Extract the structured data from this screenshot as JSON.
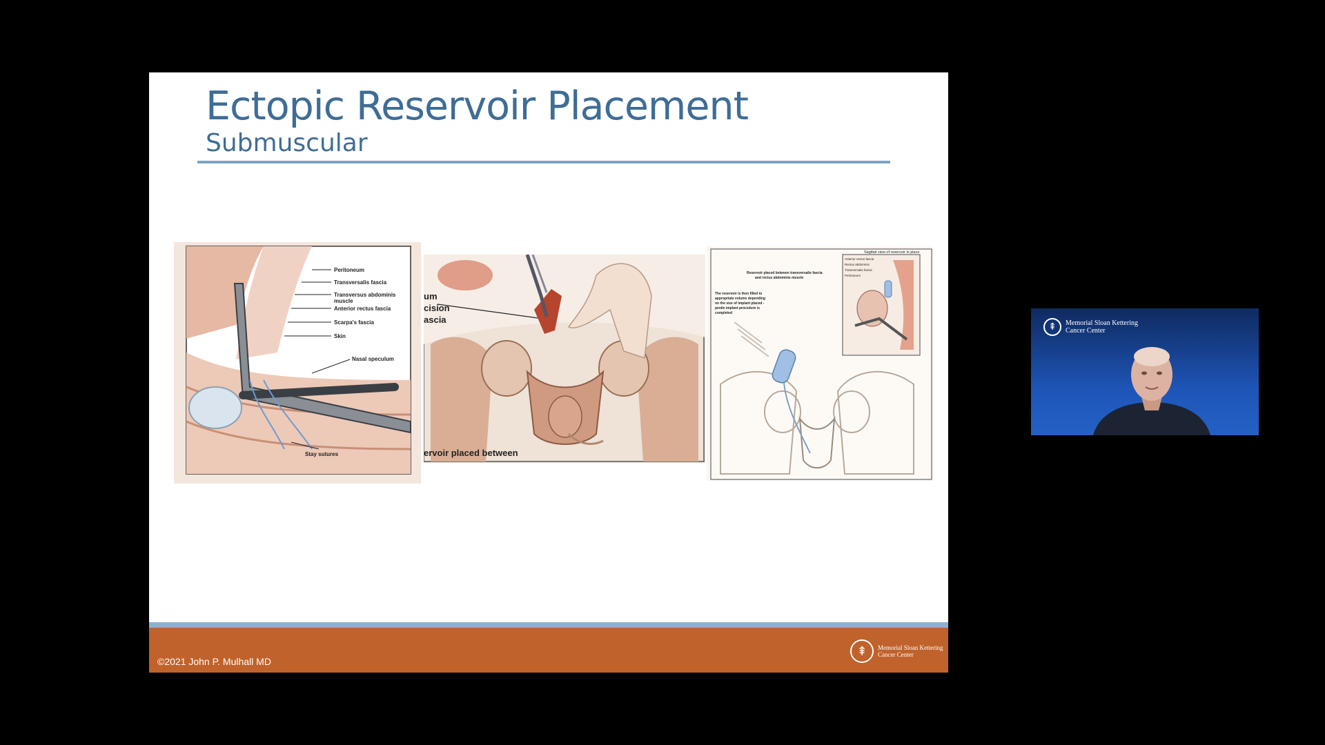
{
  "slide": {
    "title": "Ectopic Reservoir Placement",
    "subtitle": "Submuscular",
    "footer_copyright": "©2021 John P. Mulhall MD",
    "footer_logo_text": [
      "Memorial Sloan Kettering",
      "Cancer Center"
    ],
    "colors": {
      "title": "#3e6d96",
      "rule": "#7fa2c2",
      "footer_bar": "#c0622b",
      "footer_stripe": "#8eb0cf"
    }
  },
  "figure_left": {
    "labels": [
      "Peritoneum",
      "Transversalis fascia",
      "Transversus abdominis",
      "muscle",
      "Anterior rectus fascia",
      "Scarpa's fascia",
      "Skin",
      "Nasal speculum",
      "Stay sutures"
    ]
  },
  "figure_middle": {
    "labels": [
      "um",
      "cision",
      "ascia",
      "ervoir placed between"
    ]
  },
  "figure_right": {
    "inset_title": "Sagittal view of reservoir in place",
    "inset_labels": [
      "Anterior rectus fascia",
      "Rectus abdominis",
      "Transversalis fascia",
      "Peritoneum"
    ],
    "caption_top": [
      "Reservoir placed between transversalis fascia",
      "and rectus abdominis muscle"
    ],
    "caption_side": [
      "The reservoir is then filled to",
      "appropriate volume depending",
      "on the size of implant placed -",
      "penile implant procedure is",
      "completed"
    ]
  },
  "video_tile": {
    "logo_text": [
      "Memorial Sloan Kettering",
      "Cancer Center"
    ],
    "background": "#1e56b8"
  }
}
